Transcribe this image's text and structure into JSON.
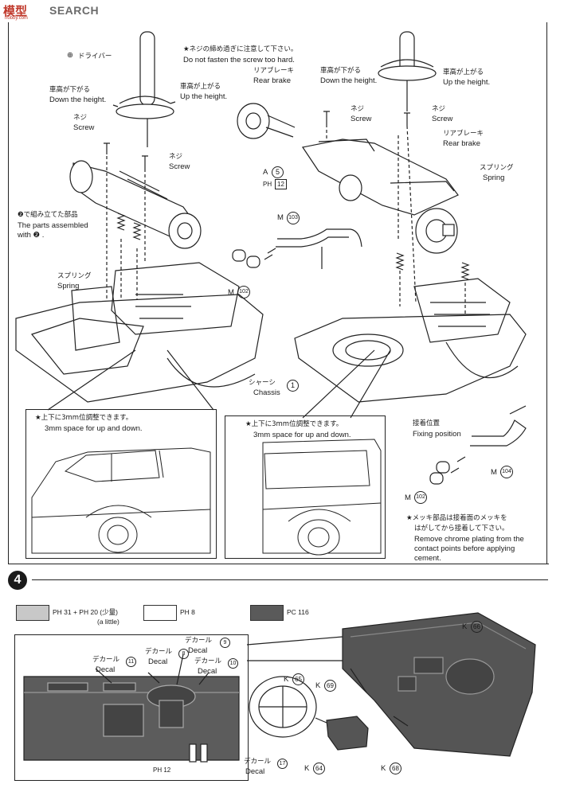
{
  "header": {
    "logo_jp": "模型",
    "logo_en": "SEARCH",
    "logo_sub": "hobby.com"
  },
  "step3": {
    "note_top_jp": "★ネジの締め過ぎに注意して下さい。",
    "note_top_en": "Do not fasten the screw too hard.",
    "driver_jp": "ドライバー",
    "left_down_jp": "車高が下がる",
    "left_down_en": "Down the height.",
    "left_up_jp": "車高が上がる",
    "left_up_en": "Up the height.",
    "screw_jp": "ネジ",
    "screw_en": "Screw",
    "assembled_jp": "❷で組み立てた部品",
    "assembled_en1": "The parts assembled",
    "assembled_en2": "with ❷ .",
    "spring_jp": "スプリング",
    "spring_en": "Spring",
    "chassis_jp": "シャーシ",
    "chassis_en": "Chassis",
    "chassis_num": "1",
    "rear_brake_jp": "リアブレーキ",
    "rear_brake_en": "Rear brake",
    "part_a": "A",
    "part_a_num": "5",
    "part_ph": "PH",
    "part_ph_num": "12",
    "m103": "M",
    "m103_num": "103",
    "m102": "M",
    "m102_num": "102",
    "m104": "M",
    "m104_num": "104",
    "fix_jp": "接着位置",
    "fix_en": "Fixing position",
    "inset_jp": "★上下に3mm位調整できます。",
    "inset_en": "3mm space for up and down.",
    "chrome_jp1": "★メッキ部品は接着面のメッキを",
    "chrome_jp2": "はがしてから接着して下さい。",
    "chrome_en1": "Remove chrome plating from the",
    "chrome_en2": "contact points before applying",
    "chrome_en3": "cement."
  },
  "step4": {
    "number": "4",
    "sw1_label": "PH 31 + PH 20 (少量)",
    "sw1_sub": "(a little)",
    "sw2_label": "PH 8",
    "sw3_label": "PC 116",
    "decal_jp": "デカール",
    "decal_en": "Decal",
    "d8": "8",
    "d9": "9",
    "d10": "10",
    "d11": "11",
    "d17": "17",
    "k64": "64",
    "k65": "65",
    "k66": "66",
    "k68": "68",
    "k69": "69",
    "k": "K",
    "ph12": "PH 12"
  },
  "colors": {
    "sw1": "#c8c8c8",
    "sw2": "#ffffff",
    "sw3": "#5a5a5a",
    "logo": "#c0392b"
  }
}
